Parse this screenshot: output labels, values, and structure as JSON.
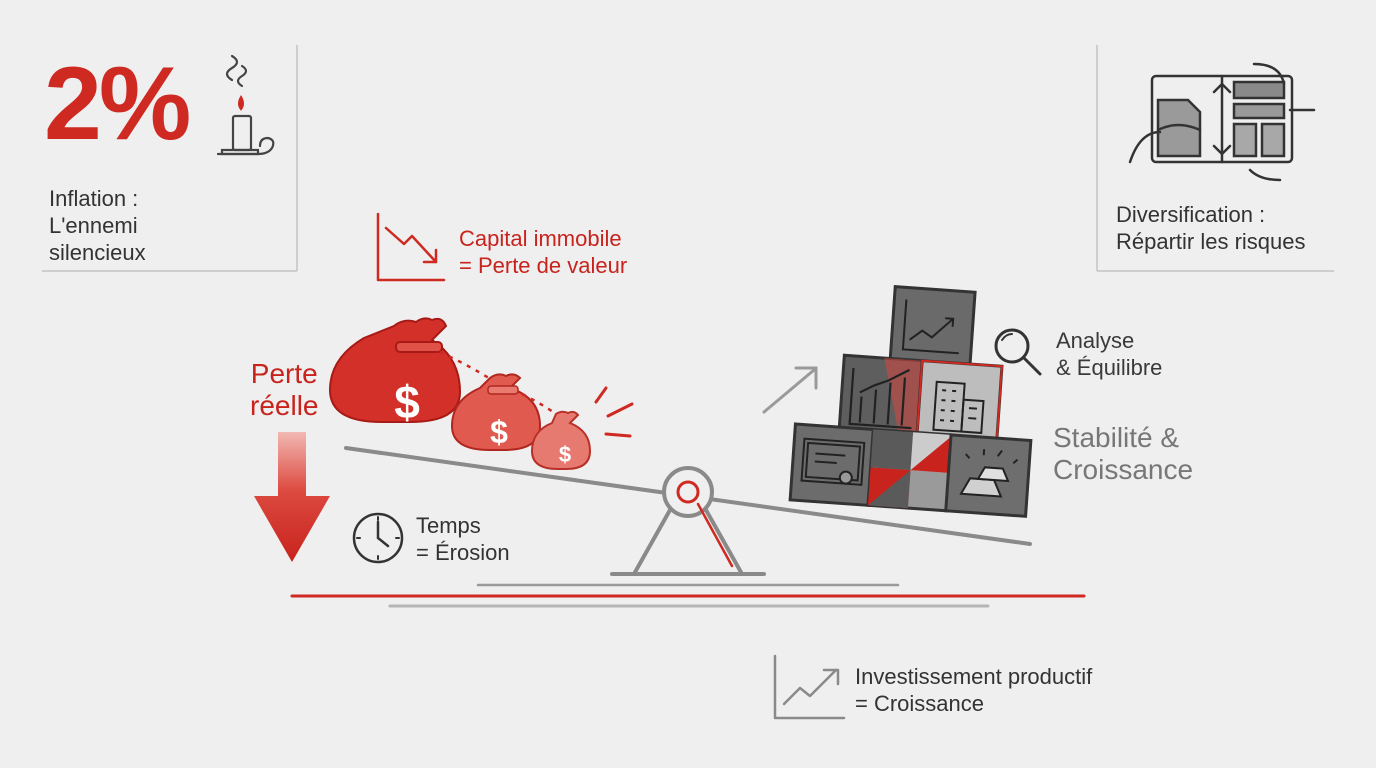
{
  "inflation": {
    "percent": "2%",
    "label": "Inflation :\nL'ennemi\nsilencieux"
  },
  "capital": {
    "label": "Capital immobile\n= Perte de valeur"
  },
  "perte": {
    "label": "Perte\nréelle"
  },
  "temps": {
    "label": "Temps\n= Érosion"
  },
  "diversification": {
    "label": "Diversification :\nRépartir les risques"
  },
  "analyse": {
    "label": "Analyse\n& Équilibre"
  },
  "stabilite": {
    "label": "Stabilité &\nCroissance"
  },
  "investissement": {
    "label": "Investissement productif\n= Croissance"
  },
  "icons": {
    "candle": "candle-icon",
    "chart_down": "chart-down-icon",
    "money_bag": "money-bag-icon",
    "clock": "clock-icon",
    "magnifier": "magnifier-icon",
    "portfolio": "portfolio-icon",
    "chart_up": "chart-up-icon",
    "building": "building-icon",
    "certificate": "certificate-icon",
    "gold": "gold-bars-icon"
  },
  "colors": {
    "accent": "#cf2a22",
    "dark": "#333333",
    "grey": "#777777",
    "background": "#efefef"
  }
}
